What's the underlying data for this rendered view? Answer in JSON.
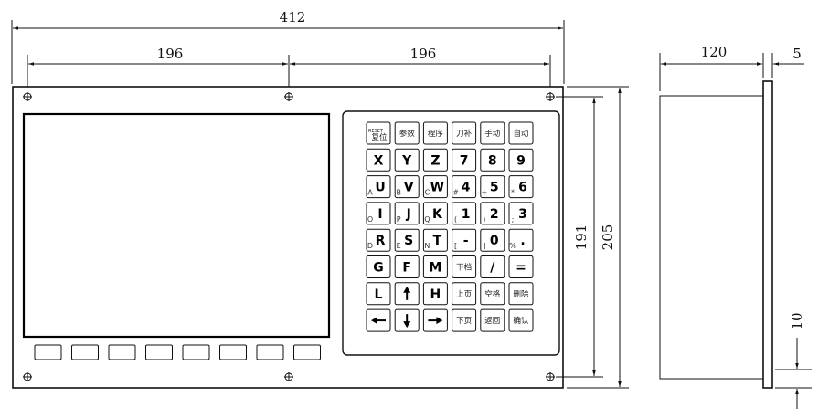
{
  "dimensions": {
    "overall_width": "412",
    "left_half": "196",
    "right_half": "196",
    "height_inner": "191",
    "height_outer": "205",
    "depth": "120",
    "flange": "5",
    "bottom_offset": "10"
  },
  "keys": {
    "row0": [
      {
        "main": "复位",
        "sub": "RESET",
        "style": "reset"
      },
      {
        "main": "参数",
        "style": "cjk"
      },
      {
        "main": "程序",
        "style": "cjk"
      },
      {
        "main": "刀补",
        "style": "cjk"
      },
      {
        "main": "手动",
        "style": "cjk"
      },
      {
        "main": "自动",
        "style": "cjk"
      }
    ],
    "row1": [
      {
        "main": "X"
      },
      {
        "main": "Y"
      },
      {
        "main": "Z"
      },
      {
        "main": "7"
      },
      {
        "main": "8"
      },
      {
        "main": "9"
      }
    ],
    "row2": [
      {
        "main": "U",
        "sub": "A"
      },
      {
        "main": "V",
        "sub": "B"
      },
      {
        "main": "W",
        "sub": "C"
      },
      {
        "main": "4",
        "sub": "#"
      },
      {
        "main": "5",
        "sub": "+"
      },
      {
        "main": "6",
        "sub": "*"
      }
    ],
    "row3": [
      {
        "main": "I",
        "sub": "O"
      },
      {
        "main": "J",
        "sub": "P"
      },
      {
        "main": "K",
        "sub": "Q"
      },
      {
        "main": "1",
        "sub": "("
      },
      {
        "main": "2",
        "sub": ")"
      },
      {
        "main": "3",
        "sub": ";"
      }
    ],
    "row4": [
      {
        "main": "R",
        "sub": "D"
      },
      {
        "main": "S",
        "sub": "E"
      },
      {
        "main": "T",
        "sub": "N"
      },
      {
        "main": "-",
        "sub": "["
      },
      {
        "main": "0",
        "sub": "]"
      },
      {
        "main": ".",
        "sub": "%"
      }
    ],
    "row5": [
      {
        "main": "G"
      },
      {
        "main": "F"
      },
      {
        "main": "M"
      },
      {
        "main": "下档",
        "style": "cjk"
      },
      {
        "main": "/"
      },
      {
        "main": "="
      }
    ],
    "row6": [
      {
        "main": "L"
      },
      {
        "main": "",
        "icon": "arrow-up"
      },
      {
        "main": "H"
      },
      {
        "main": "上页",
        "style": "cjk"
      },
      {
        "main": "空格",
        "style": "cjk"
      },
      {
        "main": "删除",
        "style": "cjk"
      }
    ],
    "row7": [
      {
        "main": "",
        "icon": "arrow-left"
      },
      {
        "main": "",
        "icon": "arrow-down"
      },
      {
        "main": "",
        "icon": "arrow-right"
      },
      {
        "main": "下页",
        "style": "cjk"
      },
      {
        "main": "返回",
        "style": "cjk"
      },
      {
        "main": "确认",
        "style": "cjk"
      }
    ]
  },
  "softkey_count": 8,
  "colors": {
    "line": "#111111",
    "panel_fill": "#ffffff",
    "screen_stroke": "#000000"
  }
}
